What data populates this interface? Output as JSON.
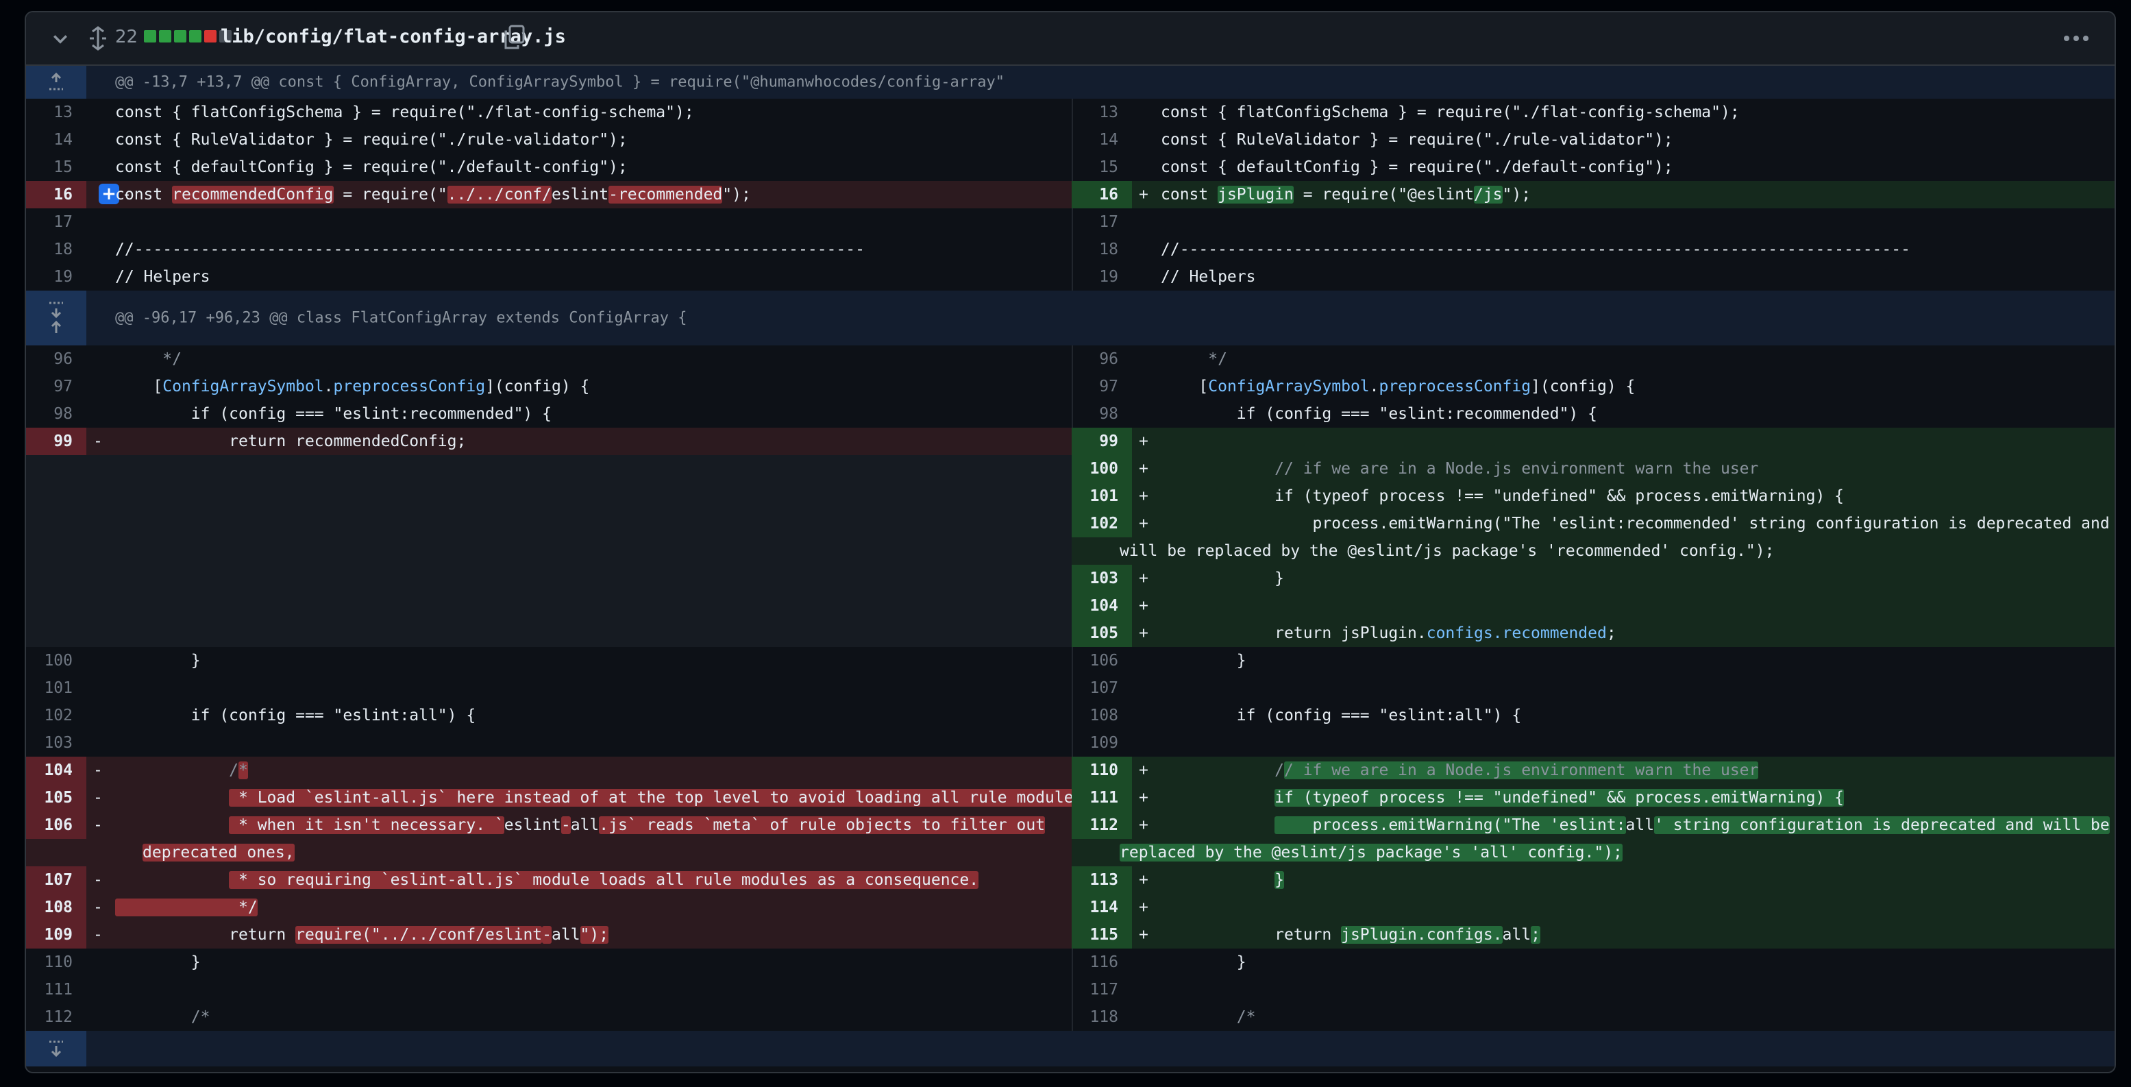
{
  "file": {
    "change_count": "22",
    "filename": "lib/config/flat-config-array.js",
    "diffstat_colors": [
      "#2ea043",
      "#2ea043",
      "#2ea043",
      "#2ea043",
      "#da3633",
      "#484f58"
    ]
  },
  "hunks": [
    "@@ -13,7 +13,7 @@ const { ConfigArray, ConfigArraySymbol } = require(\"@humanwhocodes/config-array\"",
    "@@ -96,17 +96,23 @@ class FlatConfigArray extends ConfigArray {"
  ],
  "left": {
    "n13": "13",
    "n14": "14",
    "n15": "15",
    "n16": "16",
    "n17": "17",
    "n18": "18",
    "n19": "19",
    "n96": "96",
    "n97": "97",
    "n98": "98",
    "n99": "99",
    "n100": "100",
    "n101": "101",
    "n102": "102",
    "n103": "103",
    "n104": "104",
    "n105": "105",
    "n106": "106",
    "n107": "107",
    "n108": "108",
    "n109": "109",
    "n110": "110",
    "n111": "111",
    "n112": "112"
  },
  "right": {
    "n13": "13",
    "n14": "14",
    "n15": "15",
    "n16": "16",
    "n17": "17",
    "n18": "18",
    "n19": "19",
    "n96": "96",
    "n97": "97",
    "n98": "98",
    "n99": "99",
    "n100": "100",
    "n101": "101",
    "n102": "102",
    "n103": "103",
    "n104": "104",
    "n105": "105",
    "n106": "106",
    "n107": "107",
    "n108": "108",
    "n109": "109",
    "n110": "110",
    "n111": "111",
    "n112": "112",
    "n113": "113",
    "n114": "114",
    "n115": "115",
    "n116": "116",
    "n117": "117",
    "n118": "118"
  },
  "code": {
    "schema": "const { flatConfigSchema } = require(\"./flat-config-schema\");",
    "validator": "const { RuleValidator } = require(\"./rule-validator\");",
    "defaults": "const { defaultConfig } = require(\"./default-config\");",
    "l16_a": "const ",
    "l16_b": "recommendedConfig",
    "l16_c": " = require(\"",
    "l16_d": "../../conf/",
    "l16_e": "eslint",
    "l16_f": "-recommended",
    "l16_g": "\");",
    "r16_a": "const ",
    "r16_b": "jsPlugin",
    "r16_c": " = require(\"@eslint",
    "r16_d": "/js",
    "r16_e": "\");",
    "divider_left": "//-----------------------------------------------------------------------------",
    "divider_right": "//-----------------------------------------------------------------------------",
    "helpers": "// Helpers",
    "c96": "     */",
    "c97_a": "    [",
    "c97_b": "ConfigArraySymbol",
    "c97_c": ".",
    "c97_d": "preprocessConfig",
    "c97_e": "](config) {",
    "c98": "        if (config === \"eslint:recommended\") {",
    "l99": "            return recommendedConfig;",
    "r100": "            // if we are in a Node.js environment warn the user",
    "r101": "            if (typeof process !== \"undefined\" && process.emitWarning) {",
    "r102_a": "                process.emitWarning(\"The 'eslint:recommended' string configuration is deprecated and",
    "r102_b": "will be replaced by the @eslint/js package's 'recommended' config.\");",
    "r103": "            }",
    "r105_a": "            return jsPlugin.",
    "r105_b": "configs.recommended",
    "r105_c": ";",
    "brace8": "        }",
    "all_if": "        if (config === \"eslint:all\") {",
    "l104_a": "            /",
    "l104_b": "*",
    "l105_a": "            ",
    "l105_b": " * Load `eslint-all.js` here instead of at the top level to avoid loading all rule modules",
    "l106_a": "            ",
    "l106_b": " * when it isn't necessary. `",
    "l106_c": "eslint",
    "l106_d": "-",
    "l106_e": "all",
    "l106_f": ".js` reads `meta` of rule objects to filter out",
    "l106_g": "deprecated ones,",
    "l107_a": "            ",
    "l107_b": " * so requiring `eslint-all.js` module loads all rule modules as a consequence.",
    "l108": "             */",
    "l109_a": "            return ",
    "l109_b": "require(\"../../conf/eslint",
    "l109_c": "-",
    "l109_d": "all",
    "l109_e": "\");",
    "r110_a": "            /",
    "r110_b": "/ if we are in a Node.js environment warn the user",
    "r111_a": "            ",
    "r111_b": "if (typeof process !== \"undefined\" && process.emitWarning) {",
    "r112_a": "            ",
    "r112_b": "    process.emitWarning(\"The 'eslint:",
    "r112_c": "all",
    "r112_d": "' string configuration is deprecated and will be",
    "r112_e": "replaced by the @eslint/js package's 'all' config.\");",
    "r113_a": "            ",
    "r113_b": "}",
    "r115_a": "            return ",
    "r115_b": "jsPlugin.configs.",
    "r115_c": "all",
    "r115_d": ";",
    "comment_open": "        /*"
  }
}
